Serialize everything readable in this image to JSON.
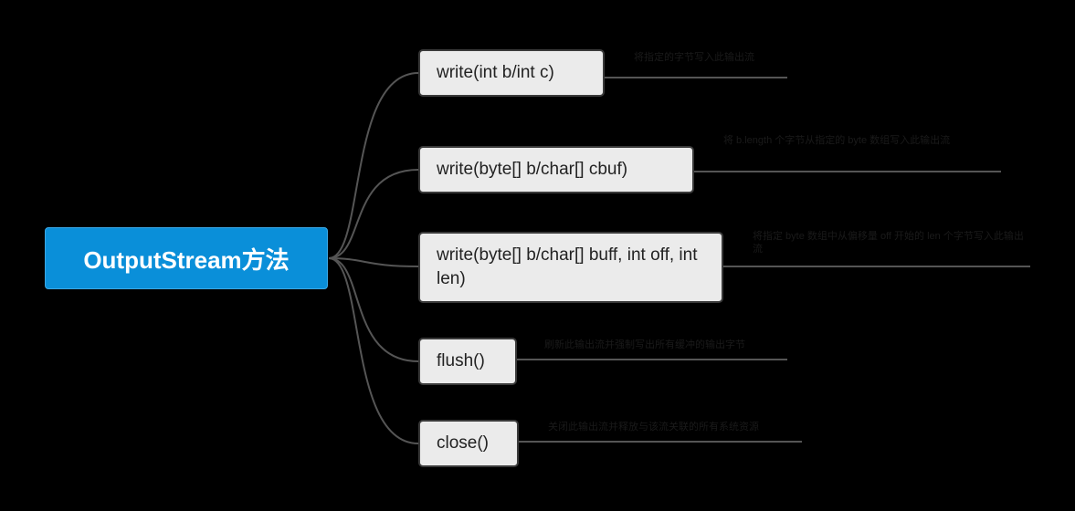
{
  "root": {
    "label": "OutputStream方法"
  },
  "branches": [
    {
      "label": "write(int b/int c)",
      "note": "将指定的字节写入此输出流"
    },
    {
      "label": "write(byte[] b/char[] cbuf)",
      "note": "将 b.length 个字节从指定的 byte 数组写入此输出流"
    },
    {
      "label": "write(byte[] b/char[] buff, int off, int len)",
      "note": "将指定 byte 数组中从偏移量 off 开始的 len 个字节写入此输出流"
    },
    {
      "label": "flush()",
      "note": "刷新此输出流并强制写出所有缓冲的输出字节"
    },
    {
      "label": "close()",
      "note": "关闭此输出流并释放与该流关联的所有系统资源"
    }
  ],
  "colors": {
    "background": "#000000",
    "root": "#0a8fd9",
    "node": "#ebebeb",
    "line": "#555555"
  }
}
